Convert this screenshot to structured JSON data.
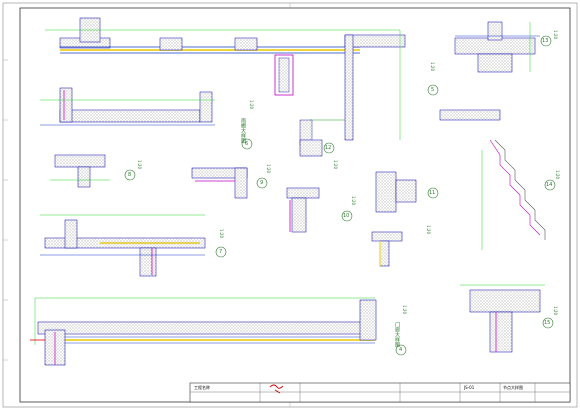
{
  "drawing": {
    "details": [
      {
        "id": "6",
        "title": "雨棚大样图",
        "scale": "1:20"
      },
      {
        "id": "5",
        "title": "",
        "scale": "1:20"
      },
      {
        "id": "4",
        "title": "门廊大样图",
        "scale": "1:20"
      },
      {
        "id": "7",
        "title": "",
        "scale": "1:20"
      },
      {
        "id": "8",
        "title": "",
        "scale": "1:20"
      },
      {
        "id": "9",
        "title": "",
        "scale": "1:20"
      },
      {
        "id": "10",
        "title": "",
        "scale": "1:20"
      },
      {
        "id": "11",
        "title": "",
        "scale": "1:20"
      },
      {
        "id": "12",
        "title": "",
        "scale": "1:20"
      },
      {
        "id": "13",
        "title": "",
        "scale": "1:20"
      },
      {
        "id": "14",
        "title": "",
        "scale": "1:20"
      },
      {
        "id": "15",
        "title": "",
        "scale": "1:20"
      }
    ],
    "title_block": {
      "project_label": "工程名称",
      "drawing_no": "JS-01",
      "sheet_title": "节点大样图"
    }
  }
}
